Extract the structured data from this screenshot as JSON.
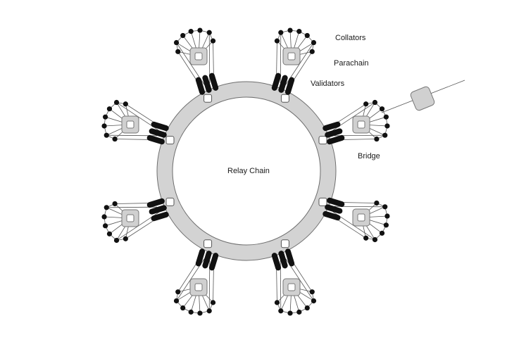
{
  "diagram": {
    "center_label": "Relay Chain",
    "legend": {
      "collators": "Collators",
      "parachain": "Parachain",
      "validators": "Validators",
      "bridge": "Bridge"
    },
    "parachain_count": 8,
    "colors": {
      "ring_fill": "#d3d3d3",
      "ring_stroke": "#6e6e6e",
      "node_fill": "#111111",
      "block_fill": "#d0d0d0",
      "line": "#555555"
    }
  }
}
